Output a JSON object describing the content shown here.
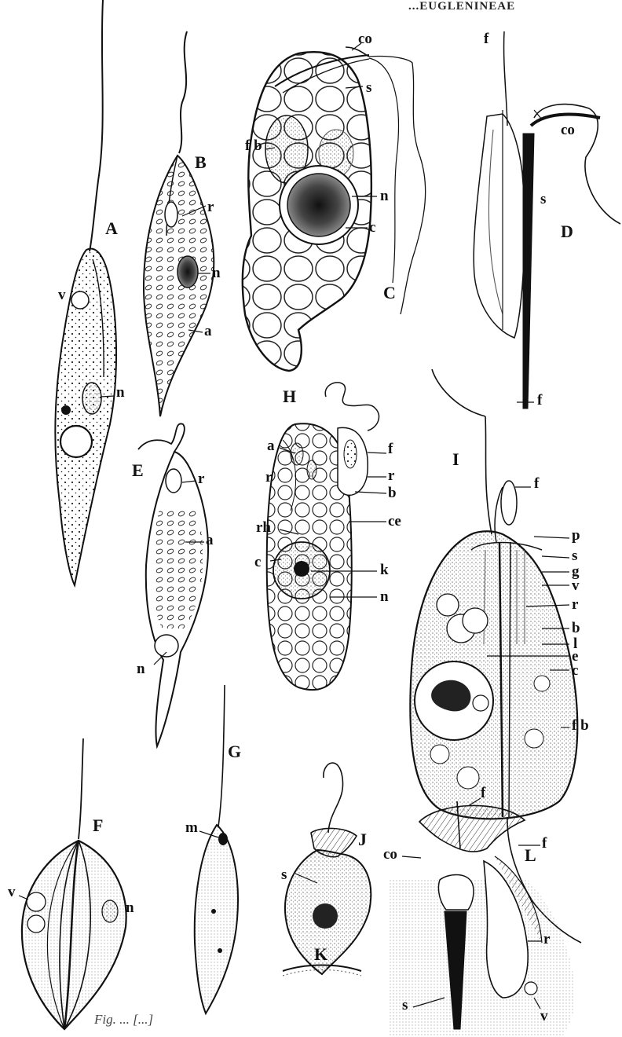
{
  "header": {
    "text": "...EUGLENINEAE"
  },
  "caption": {
    "text": "Fig. ... [...]"
  },
  "figures": {
    "A": {
      "letter": "A",
      "labels": {
        "v": "v",
        "n": "n"
      }
    },
    "B": {
      "letter": "B",
      "labels": {
        "r": "r",
        "n": "n",
        "a": "a"
      }
    },
    "C": {
      "letter": "C",
      "labels": {
        "co": "co",
        "s": "s",
        "fb": "f b",
        "n": "n",
        "c": "c"
      }
    },
    "D": {
      "letter": "D",
      "labels": {
        "f": "f",
        "co": "co",
        "s": "s"
      }
    },
    "E": {
      "letter": "E",
      "labels": {
        "r": "r",
        "a": "a",
        "n": "n"
      }
    },
    "F": {
      "letter": "F",
      "labels": {
        "v": "v",
        "n": "n"
      }
    },
    "G": {
      "letter": "G",
      "labels": {
        "m": "m"
      }
    },
    "H": {
      "letter": "H",
      "labels": {
        "a": "a",
        "f": "f",
        "r1": "r",
        "r2": "r",
        "b": "b",
        "rh": "rh",
        "ce": "ce",
        "c": "c",
        "k": "k",
        "n": "n"
      }
    },
    "I": {
      "letter": "I",
      "labels": {
        "f1": "f",
        "f2": "f",
        "p": "p",
        "s": "s",
        "g": "g",
        "v": "v",
        "r": "r",
        "b": "b",
        "l": "l",
        "e": "e",
        "c": "c",
        "fb": "f b",
        "f3": "f"
      }
    },
    "J": {
      "letter": "J",
      "labels": {
        "s": "s"
      }
    },
    "K": {
      "letter": "K"
    },
    "L": {
      "letter": "L",
      "labels": {
        "f": "f",
        "co": "co",
        "r": "r",
        "s": "s",
        "v": "v"
      }
    }
  }
}
